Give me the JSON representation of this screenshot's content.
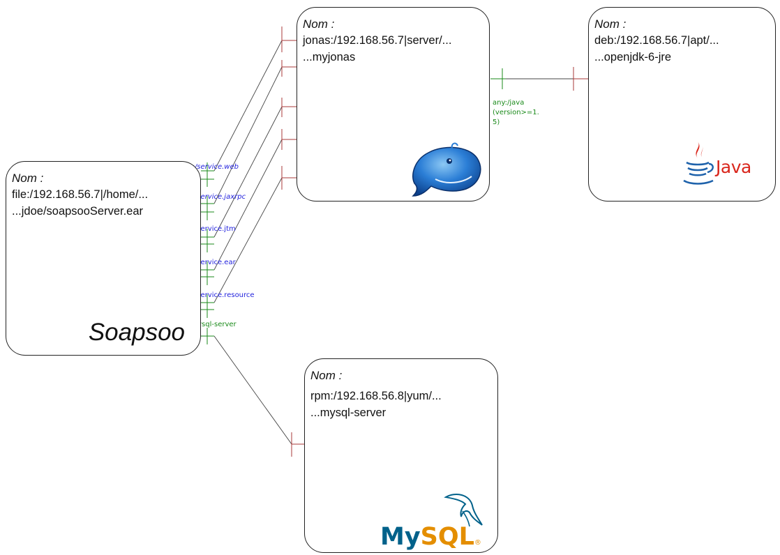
{
  "nodes": {
    "ear": {
      "nom": "Nom :",
      "line1": "file:/192.168.56.7|/home/...",
      "line2": "...jdoe/soapsooServer.ear",
      "logo": "Soapsoo"
    },
    "jonas": {
      "nom": "Nom :",
      "line1": "jonas:/192.168.56.7|server/...",
      "line2": "...myjonas",
      "logo": "jonas-whale-icon"
    },
    "jre": {
      "nom": "Nom :",
      "line1": "deb:/192.168.56.7|apt/...",
      "line2": "...openjdk-6-jre",
      "logo": "Java"
    },
    "mysql": {
      "nom": "Nom :",
      "line1": "rpm:/192.168.56.8|yum/...",
      "line2": "...mysql-server",
      "logo_my": "My",
      "logo_sql": "SQL"
    }
  },
  "requirements": [
    "jonas:/service.web",
    "jonas:/service.jaxrpc",
    "jonas:/service.jtm",
    "jonas:/service.ear",
    "jonas:/service.resource",
    "any:/mysql-server"
  ],
  "java_requirement": [
    "any:/java",
    "(version>=1.",
    "5)"
  ],
  "colors": {
    "provided": "#a83a3a",
    "required": "#1a8a1a",
    "blue_label": "#2222dd",
    "java_red": "#d9261c",
    "java_blue": "#1e62ab",
    "mysql_blue": "#00618a",
    "mysql_orange": "#e48e00"
  }
}
